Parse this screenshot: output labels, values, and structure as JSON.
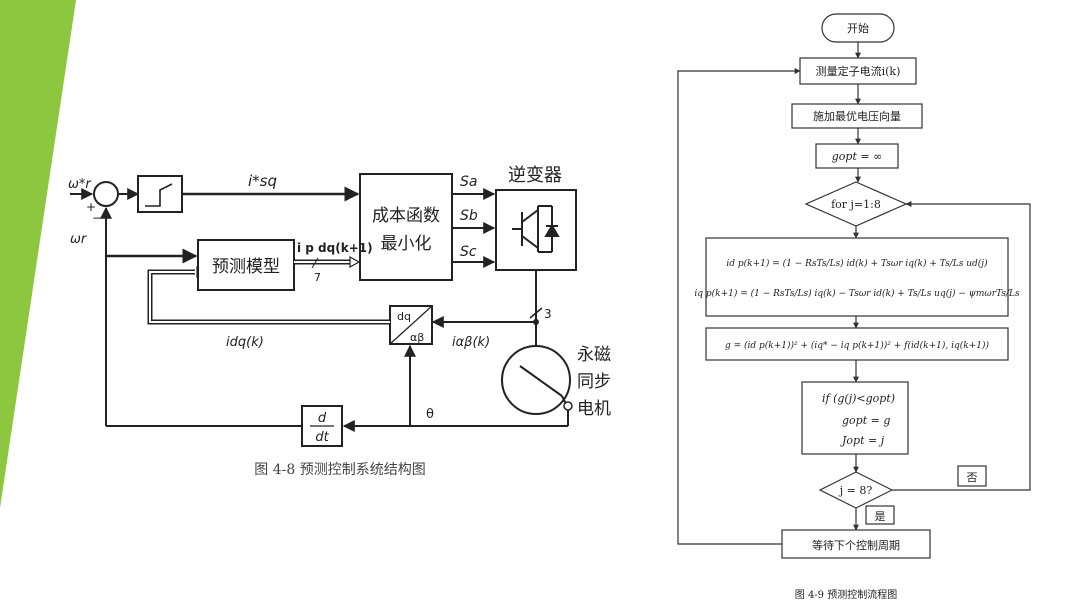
{
  "accent_color": "#8dc63f",
  "left_diagram": {
    "omega_ref": "ω*r",
    "plus": "+",
    "minus": "−",
    "omega_fb": "ωr",
    "iq_ref": "i*sq",
    "cost_block": [
      "成本函数",
      "最小化"
    ],
    "sa": "Sa",
    "sb": "Sb",
    "sc": "Sc",
    "inverter": "逆变器",
    "predict_block": "预测模型",
    "idq_pred": "i p dq(k+1)",
    "bus7": "7",
    "bus3": "3",
    "dq_top": "dq",
    "dq_bot": "αβ",
    "idq_k": "idq(k)",
    "iab_k": "iαβ(k)",
    "motor_label": [
      "永磁",
      "同步",
      "电机"
    ],
    "theta": "θ",
    "ddt_top": "d",
    "ddt_bot": "dt",
    "caption": "图 4-8  预测控制系统结构图"
  },
  "flowchart": {
    "start": "开始",
    "measure": "测量定子电流i(k)",
    "apply": "施加最优电压向量",
    "gopt": "gopt = ∞",
    "for_loop": "for  j=1:8",
    "eq_id": "id p(k+1) = (1 − RsTs/Ls) id(k) + Tsωr iq(k) + Ts/Ls ud(j)",
    "eq_iq": "iq p(k+1) = (1 − RsTs/Ls) iq(k) − Tsωr id(k) + Ts/Ls uq(j) − ψmωrTs/Ls",
    "cost_eq": "g = (id p(k+1))² + (iq* − iq p(k+1))² + f(id(k+1), iq(k+1))",
    "if_line": "if  (g(j)<gopt)",
    "assign_g": "gopt = g",
    "assign_j": "Jopt = j",
    "no": "否",
    "j8": "j = 8?",
    "yes": "是",
    "wait": "等待下个控制周期",
    "caption": "图 4-9  预测控制流程图"
  }
}
